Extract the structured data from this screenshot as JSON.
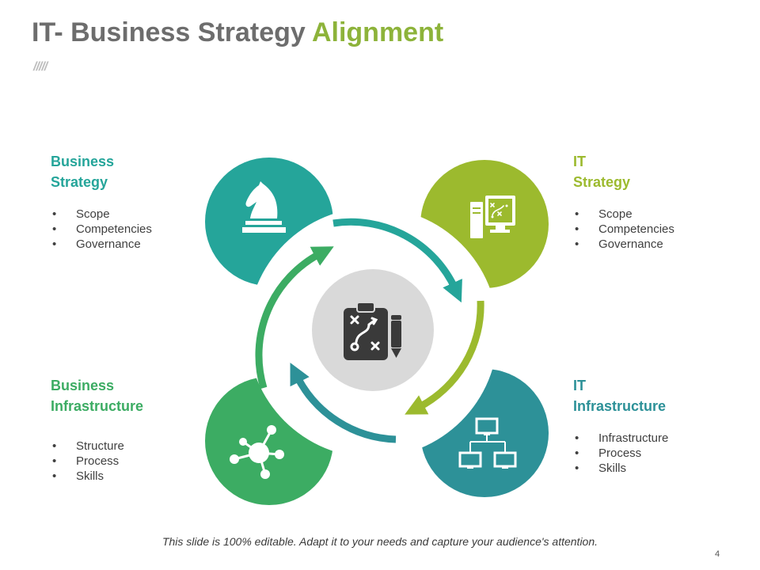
{
  "title": {
    "part1": "IT- Business Strategy ",
    "part2": "Alignment"
  },
  "colors": {
    "teal": "#25a59a",
    "lime": "#9cba2e",
    "green": "#3cac63",
    "dark_teal": "#2d9198",
    "center_gray": "#d9d9d9",
    "icon_dark": "#3a3a3a",
    "title_gray": "#6d6d6d",
    "title_green": "#8db33a"
  },
  "blocks": {
    "business_strategy": {
      "heading": [
        "Business",
        "Strategy"
      ],
      "items": [
        "Scope",
        "Competencies",
        "Governance"
      ],
      "icon": "chess-knight-icon"
    },
    "it_strategy": {
      "heading": [
        "IT",
        "Strategy"
      ],
      "items": [
        "Scope",
        "Competencies",
        "Governance"
      ],
      "icon": "computer-strategy-icon"
    },
    "business_infrastructure": {
      "heading": [
        "Business",
        "Infrastructure"
      ],
      "items": [
        "Structure",
        "Process",
        "Skills"
      ],
      "icon": "network-hub-icon"
    },
    "it_infrastructure": {
      "heading": [
        "IT",
        "Infrastructure"
      ],
      "items": [
        "Infrastructure",
        "Process",
        "Skills"
      ],
      "icon": "computer-network-icon"
    }
  },
  "center_icon": "strategy-clipboard-icon",
  "footer": "This slide is 100% editable. Adapt it to your needs and capture your audience's attention.",
  "page_number": "4"
}
